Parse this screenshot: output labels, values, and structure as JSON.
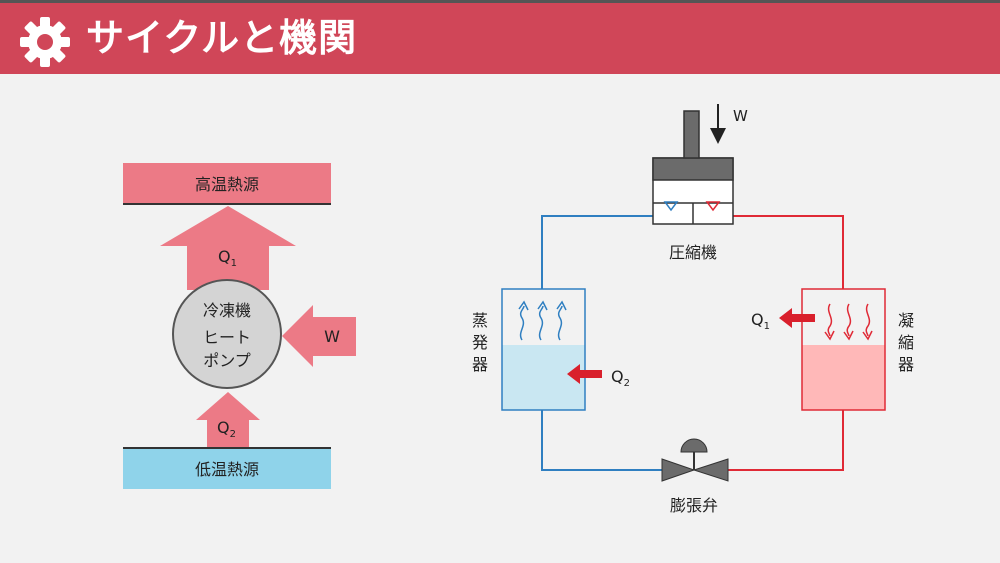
{
  "header": {
    "title": "サイクルと機関",
    "icon": "gear-icon",
    "background": "#d04658"
  },
  "left_diagram": {
    "high_temp_label": "高温熱源",
    "low_temp_label": "低温熱源",
    "q1_label": "Q",
    "q1_sub": "1",
    "q2_label": "Q",
    "q2_sub": "2",
    "w_label": "W",
    "machine_line1": "冷凍機",
    "machine_line2": "ヒート",
    "machine_line3": "ポンプ",
    "colors": {
      "hot": "#ec7a86",
      "cold": "#8fd3ea",
      "arrow": "#ec7a86"
    }
  },
  "right_diagram": {
    "compressor_label": "圧縮機",
    "work_label": "W",
    "evaporator_chars": [
      "蒸",
      "発",
      "器"
    ],
    "condenser_chars": [
      "凝",
      "縮",
      "器"
    ],
    "valve_label": "膨張弁",
    "q1_label": "Q",
    "q1_sub": "1",
    "q2_label": "Q",
    "q2_sub": "2",
    "colors": {
      "cold_line": "#2f7fc1",
      "hot_line": "#e02a36",
      "evap_fill": "#c9e7f2",
      "cond_fill": "#ffb8b8"
    }
  }
}
